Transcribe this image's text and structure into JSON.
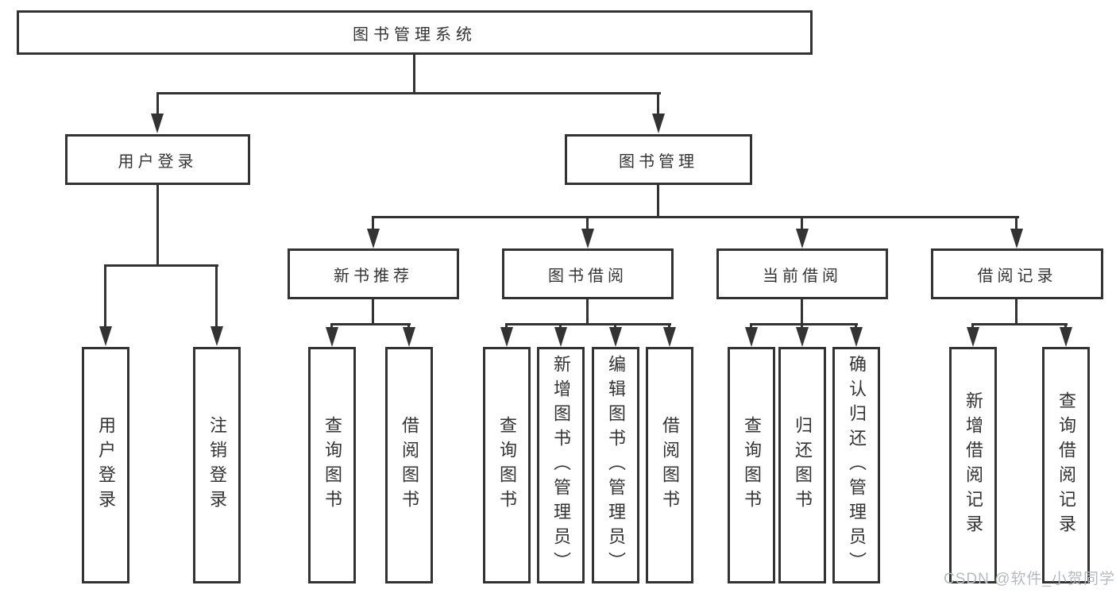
{
  "page": {
    "background": "#ffffff"
  },
  "style": {
    "line_color": "#333333",
    "text_color": "#333333"
  },
  "watermark": {
    "text": "CSDN @软件_小贺同学",
    "color": "#b6bac0"
  },
  "tree": {
    "root": {
      "label": "图书管理系统",
      "children": [
        {
          "label": "用户登录",
          "children": [
            {
              "label": "用户登录"
            },
            {
              "label": "注销登录"
            }
          ]
        },
        {
          "label": "图书管理",
          "children": [
            {
              "label": "新书推荐",
              "children": [
                {
                  "label": "查询图书"
                },
                {
                  "label": "借阅图书"
                }
              ]
            },
            {
              "label": "图书借阅",
              "children": [
                {
                  "label": "查询图书"
                },
                {
                  "label": "新增图书（管理员）"
                },
                {
                  "label": "编辑图书（管理员）"
                },
                {
                  "label": "借阅图书"
                }
              ]
            },
            {
              "label": "当前借阅",
              "children": [
                {
                  "label": "查询图书"
                },
                {
                  "label": "归还图书"
                },
                {
                  "label": "确认归还（管理员）"
                }
              ]
            },
            {
              "label": "借阅记录",
              "children": [
                {
                  "label": "新增借阅记录"
                },
                {
                  "label": "查询借阅记录"
                }
              ]
            }
          ]
        }
      ]
    }
  }
}
